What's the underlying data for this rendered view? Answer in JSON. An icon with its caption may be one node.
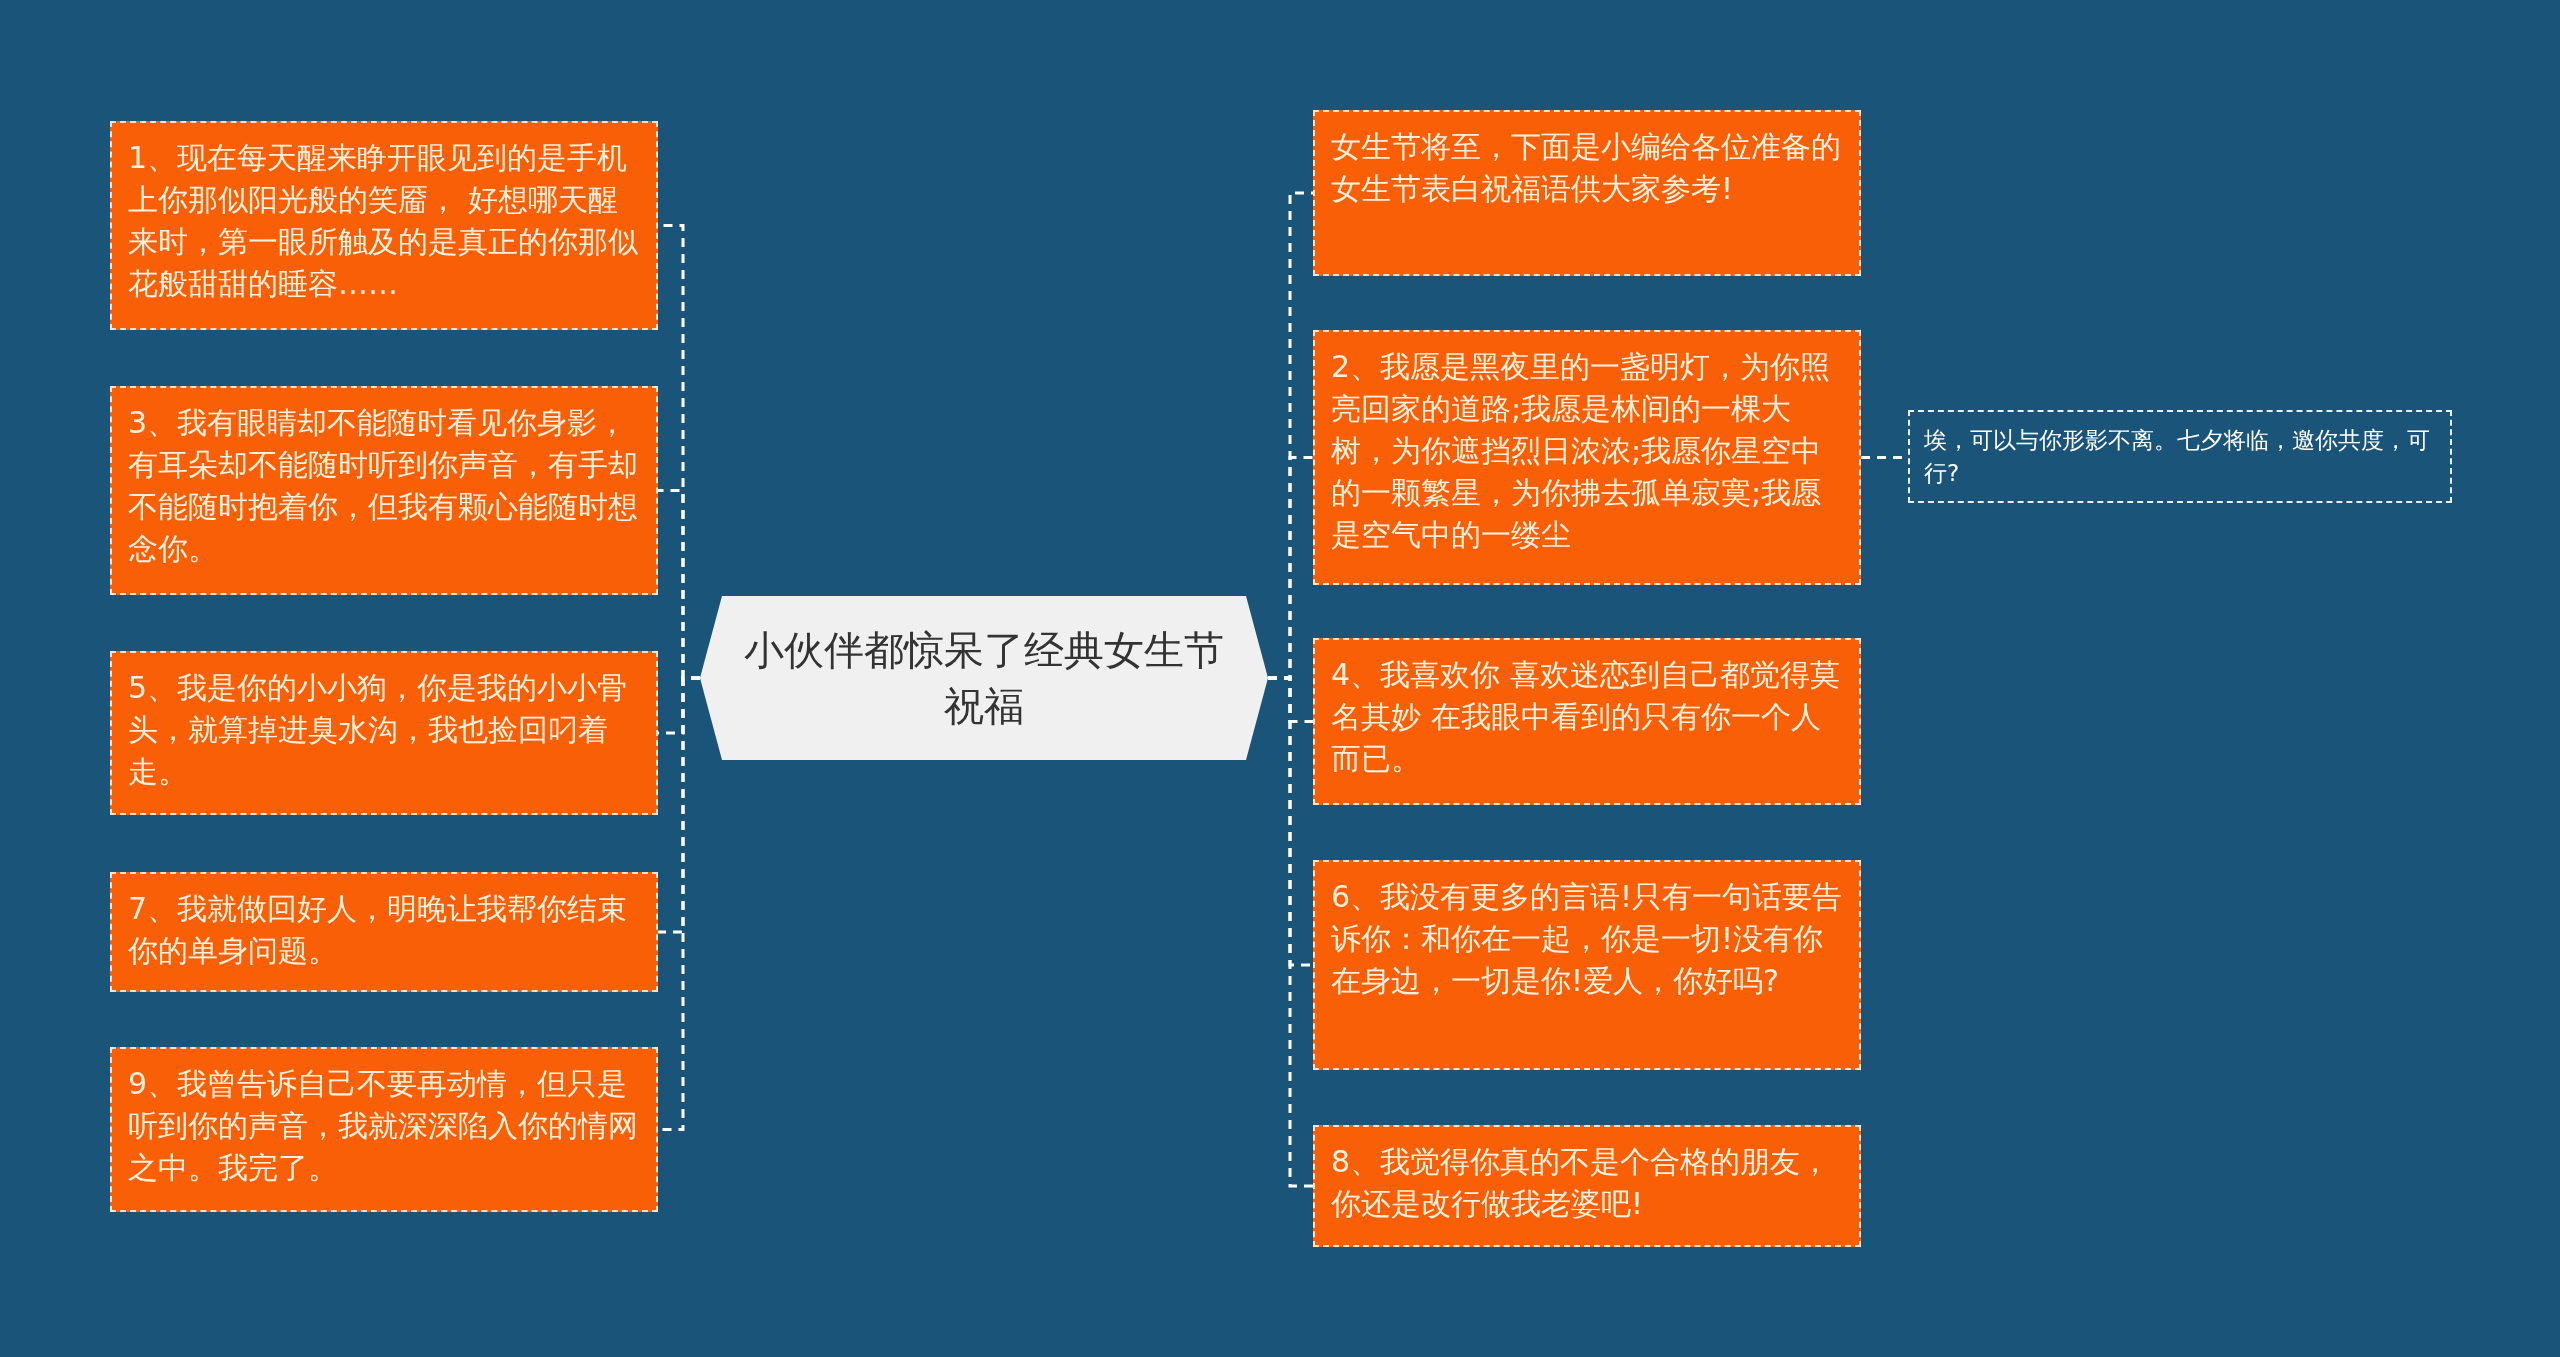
{
  "diagram": {
    "nodes": [
      {
        "text": [
          "小伙伴都惊呆了经典女生节祝福"
        ]
      },
      {
        "text": [
          "1、现在每天醒来睁开眼见到的是手机上你那似阳光般的笑靥， 好想哪天醒来时，第一眼所触及的是真正的你那似花般甜甜的睡容……"
        ]
      },
      {
        "text": [
          "3、我有眼睛却不能随时看见你身影，有耳朵却不能随时听到你声音，有手却不能随时抱着你，但我有颗心能随时想念你。"
        ]
      },
      {
        "text": [
          "5、我是你的小小狗，你是我的小小骨头，就算掉进臭水沟，我也捡回叼着走。"
        ]
      },
      {
        "text": [
          "7、我就做回好人，明晚让我帮你结束你的单身问题。"
        ]
      },
      {
        "text": [
          "9、我曾告诉自己不要再动情，但只是听到你的声音，我就深深陷入你的情网之中。我完了。"
        ]
      },
      {
        "text": [
          "女生节将至，下面是小编给各位准备的女生节表白祝福语供大家参考!"
        ]
      },
      {
        "text": [
          "2、我愿是黑夜里的一盏明灯，为你照亮回家的道路;我愿是林间的一棵大树，为你遮挡烈日浓浓;我愿你星空中的一颗繁星，为你拂去孤单寂寞;我愿是空气中的一缕尘"
        ]
      },
      {
        "text": [
          "4、我喜欢你 喜欢迷恋到自己都觉得莫名其妙 在我眼中看到的只有你一个人而已。"
        ]
      },
      {
        "text": [
          "6、我没有更多的言语!只有一句话要告诉你：和你在一起，你是一切!没有你在身边，一切是你!爱人，你好吗?"
        ]
      },
      {
        "text": [
          "8、我觉得你真的不是个合格的朋友，你还是改行做我老婆吧!"
        ]
      },
      {
        "text": [
          "埃，可以与你形影不离。七夕将临，邀你共度，可行?"
        ]
      }
    ],
    "edges": [
      {
        "from": 0,
        "to": 1,
        "arrow": "none",
        "style": "dashed"
      },
      {
        "from": 0,
        "to": 2,
        "arrow": "none",
        "style": "dashed"
      },
      {
        "from": 0,
        "to": 3,
        "arrow": "none",
        "style": "dashed"
      },
      {
        "from": 0,
        "to": 4,
        "arrow": "none",
        "style": "dashed"
      },
      {
        "from": 0,
        "to": 5,
        "arrow": "none",
        "style": "dashed"
      },
      {
        "from": 0,
        "to": 6,
        "arrow": "none",
        "style": "dashed"
      },
      {
        "from": 0,
        "to": 7,
        "arrow": "none",
        "style": "dashed"
      },
      {
        "from": 0,
        "to": 8,
        "arrow": "none",
        "style": "dashed"
      },
      {
        "from": 0,
        "to": 9,
        "arrow": "none",
        "style": "dashed"
      },
      {
        "from": 0,
        "to": 10,
        "arrow": "none",
        "style": "dashed"
      },
      {
        "from": 7,
        "to": 11,
        "arrow": "none",
        "style": "dashed"
      }
    ]
  }
}
